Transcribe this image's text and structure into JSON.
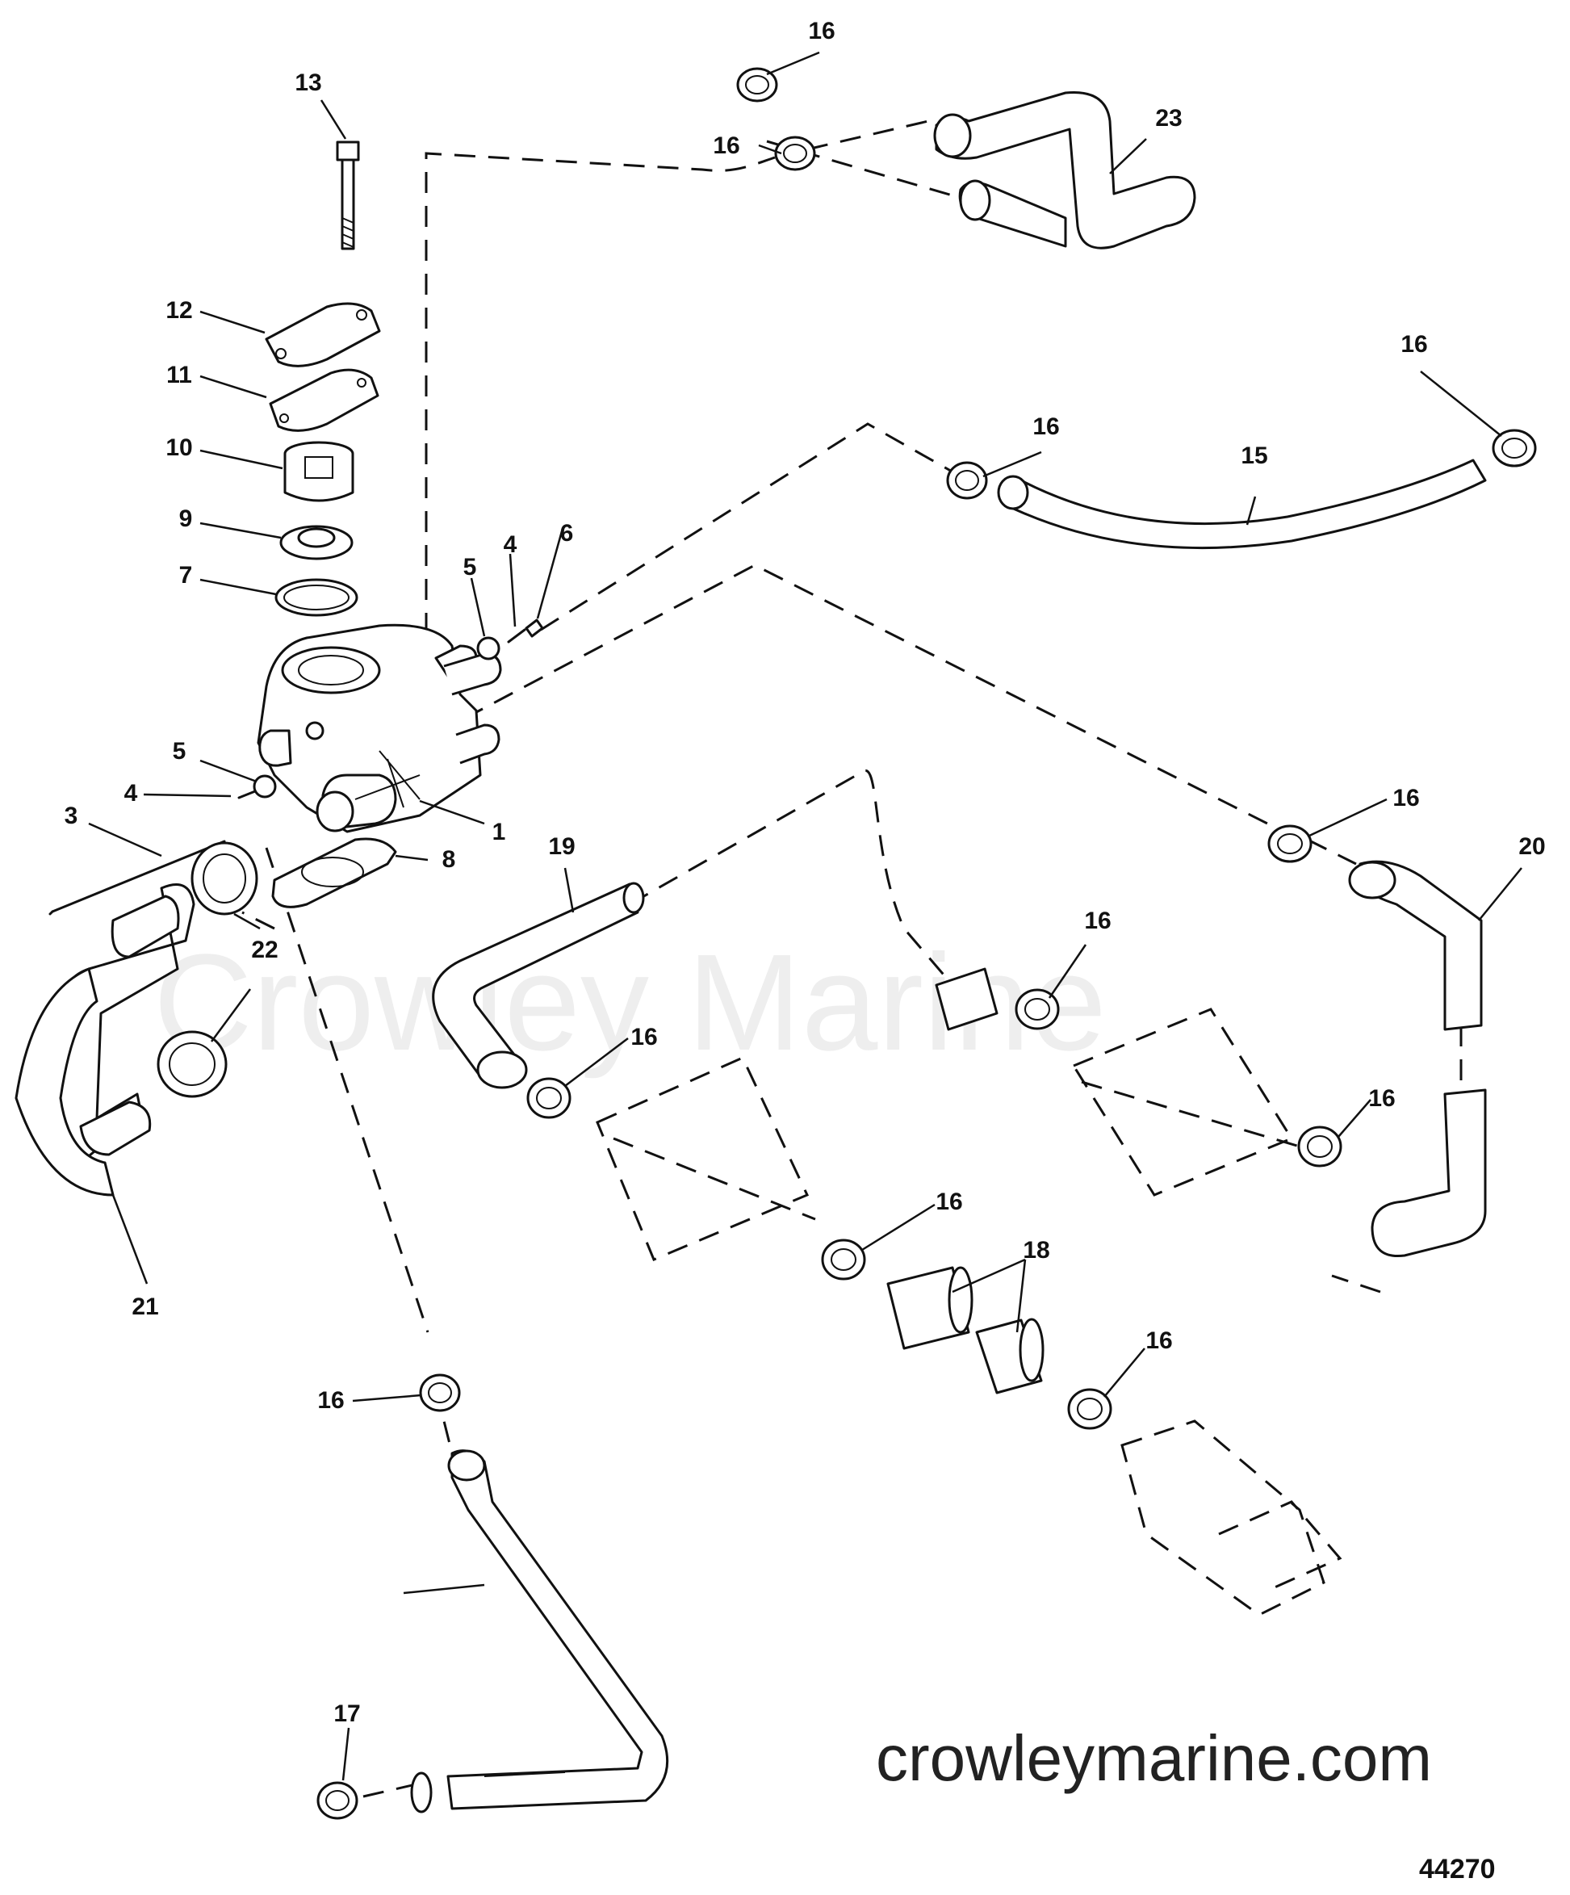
{
  "watermark": "Crowley Marine",
  "site_url": "crowleymarine.com",
  "figure_number": "44270",
  "callouts": [
    "1",
    "3",
    "4",
    "4",
    "5",
    "5",
    "6",
    "7",
    "8",
    "9",
    "10",
    "11",
    "12",
    "13",
    "15",
    "16",
    "16",
    "16",
    "16",
    "16",
    "16",
    "16",
    "16",
    "16",
    "16",
    "16",
    "17",
    "18",
    "19",
    "20",
    "21",
    "22",
    "23"
  ]
}
